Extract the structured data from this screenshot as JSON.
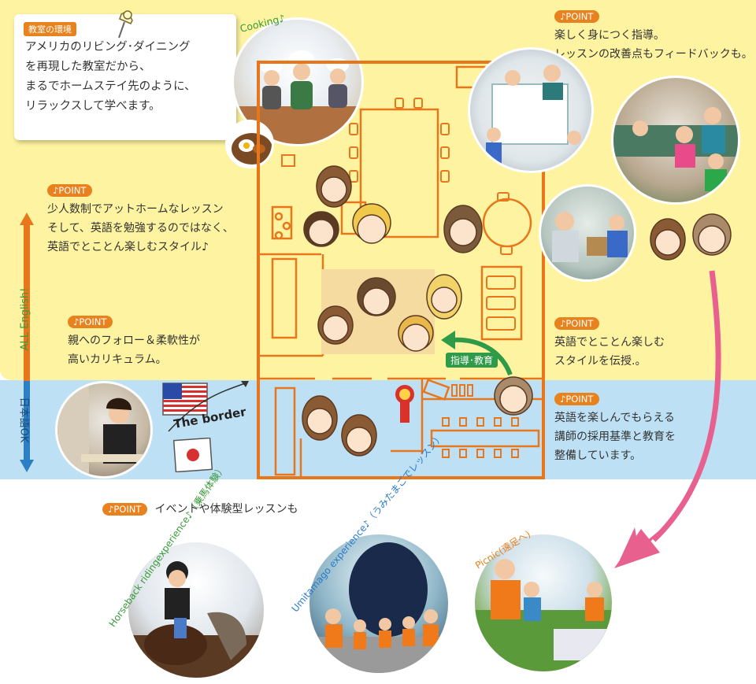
{
  "colors": {
    "yellow_band": "#fdf3a0",
    "blue_band": "#bde0f5",
    "accent_orange": "#e8821e",
    "floor_line": "#e8771c",
    "arrow_pink": "#e8608e",
    "arrow_green": "#2f9a48",
    "label_green": "#3a9a3a"
  },
  "intro_note": {
    "tag": "教室の環境",
    "lines": [
      "アメリカのリビング･ダイニング",
      "を再現した教室だから、",
      "まるでホームステイ先のように、",
      "リラックスして学べます。"
    ],
    "icon": "pushpin-icon"
  },
  "cooking_label": "Cooking♪",
  "points": [
    {
      "badge": "♪POINT",
      "lines": [
        "楽しく身につく指導。",
        "レッスンの改善点もフィードバックも。"
      ]
    },
    {
      "badge": "♪POINT",
      "lines": [
        "少人数制でアットホームなレッスン",
        "そして、英語を勉強するのではなく、",
        "英語でとことん楽しむスタイル♪"
      ]
    },
    {
      "badge": "♪POINT",
      "lines": [
        "親へのフォロー＆柔軟性が",
        "高いカリキュラム。"
      ]
    },
    {
      "badge": "♪POINT",
      "lines": [
        "英語でとことん楽しむ",
        "スタイルを伝授.。"
      ]
    },
    {
      "badge": "♪POINT",
      "lines": [
        "英語を楽しんでもらえる",
        "講師の採用基準と教育を",
        "整備しています。"
      ]
    }
  ],
  "language_axis": {
    "top_label": "ALL English!",
    "bottom_label": "日本語OK",
    "border_label": "The border",
    "flags": [
      "us-flag-icon",
      "japan-flag-icon"
    ]
  },
  "instruction_label": "指導･教育",
  "events": {
    "badge": "♪POINT",
    "title": "イベントや体験型レッスンも",
    "items": [
      {
        "label": "Horseback ridingexperience♪（乗馬体験）"
      },
      {
        "label": "Umitamago experience♪（うみたまごでレッスン）"
      },
      {
        "label": "Picnic(遠足へ)"
      }
    ]
  }
}
